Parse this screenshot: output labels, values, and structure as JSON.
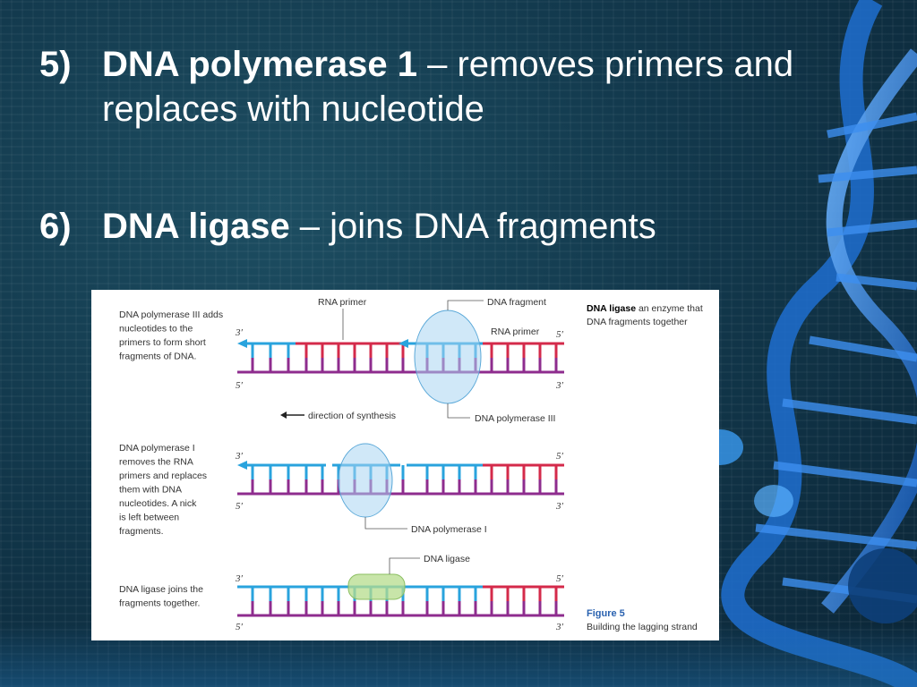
{
  "slide": {
    "item5": {
      "num": "5)",
      "term": "DNA polymerase 1",
      "desc": " – removes primers and replaces with nucleotide"
    },
    "item6": {
      "num": "6)",
      "term": "DNA ligase",
      "desc": " – joins DNA fragments"
    }
  },
  "figure": {
    "step1_text": [
      "DNA polymerase III adds",
      "nucleotides to the",
      "primers to form short",
      "fragments of DNA."
    ],
    "step2_text": [
      "DNA polymerase I",
      "removes the RNA",
      "primers and replaces",
      "them with DNA",
      "nucleotides. A nick",
      "is left between",
      "fragments."
    ],
    "step3_text": [
      "DNA ligase joins the",
      "fragments together."
    ],
    "labels": {
      "rna_primer_top": "RNA primer",
      "dna_fragment": "DNA fragment",
      "rna_primer_right": "RNA primer",
      "dna_pol_iii": "DNA polymerase III",
      "direction": "direction of synthesis",
      "dna_pol_i": "DNA polymerase I",
      "dna_ligase": "DNA ligase"
    },
    "ends": {
      "three_prime": "3′",
      "five_prime": "5′"
    },
    "definition": {
      "term": "DNA ligase",
      "rest_line1": " an enzyme that",
      "line2": "DNA fragments together"
    },
    "caption": {
      "label": "Figure 5",
      "text": "Building the lagging strand"
    },
    "colors": {
      "template": "#8e2c8e",
      "dna_new": "#29a3dd",
      "rna": "#d42a4a",
      "enzyme": "#a9d6f2",
      "ligase": "#b6dc8c"
    }
  }
}
